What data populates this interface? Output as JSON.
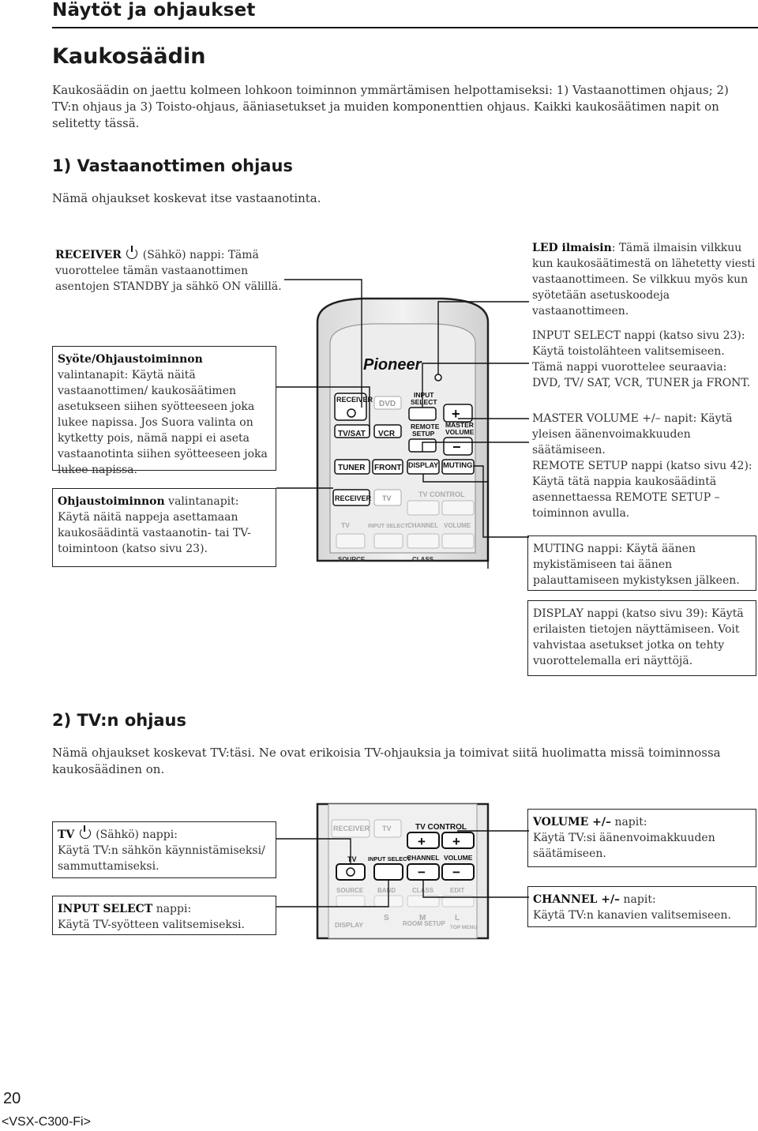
{
  "header": {
    "section_title": "Näytöt ja ohjaukset"
  },
  "page_title": "Kaukosäädin",
  "intro": "Kaukosäädin on jaettu kolmeen lohkoon toiminnon ymmärtämisen helpottamiseksi: 1) Vastaanottimen ohjaus; 2) TV:n ohjaus ja 3) Toisto-ohjaus, ääniasetukset ja muiden komponenttien ohjaus. Kaikki kaukosäätimen napit on selitetty tässä.",
  "section1": {
    "title": "1) Vastaanottimen ohjaus",
    "subtitle": "Nämä ohjaukset koskevat itse vastaanotinta.",
    "notes": {
      "receiver_term": "RECEIVER",
      "receiver_desc": "(Sähkö) nappi: Tämä vuorottelee tämän vastaanottimen asentojen STANDBY ja sähkö ON välillä.",
      "input_sel_term": "Syöte/Ohjaustoiminnon",
      "input_sel_desc": "valintanapit: Käytä näitä vastaanottimen/ kaukosäätimen asetukseen siihen syötteeseen joka lukee napissa. Jos Suora valinta on kytketty pois, nämä nappi ei aseta vastaanotinta siihen syötteeseen joka lukee napissa.",
      "control_term": "Ohjaustoiminnon",
      "control_desc": "valintanapit: Käytä näitä nappeja asettamaan kaukosäädintä vastaanotin- tai TV-toimintoon (katso sivu 23).",
      "led_term": "LED ilmaisin",
      "led_desc": ": Tämä ilmaisin vilkkuu kun kaukosäätimestä on lähetetty viesti vastaanottimeen. Se vilkkuu myös kun syötetään asetuskoodeja vastaanottimeen.",
      "input_select_term": "INPUT SELECT",
      "input_select_desc": "nappi (katso sivu 23): Käytä toistolähteen valitsemiseen. Tämä nappi vuorottelee seuraavia: DVD, TV/ SAT, VCR, TUNER ja FRONT.",
      "master_term": "MASTER VOLUME +/–",
      "master_desc": "napit: Käytä yleisen äänenvoimakkuuden säätämiseen.",
      "remote_term": "REMOTE SETUP",
      "remote_desc": "nappi (katso sivu 42): Käytä tätä nappia kaukosäädintä asennettaessa REMOTE SETUP – toiminnon avulla.",
      "muting_term": "MUTING",
      "muting_desc": "nappi: Käytä äänen mykistämiseen tai äänen palauttamiseen mykistyksen jälkeen.",
      "display_term": "DISPLAY",
      "display_desc": "nappi (katso sivu 39): Käytä erilaisten tietojen näyttämiseen. Voit vahvistaa asetukset jotka on tehty vuorottelemalla eri näyttöjä."
    },
    "remote": {
      "brand": "Pioneer",
      "receiver": "RECEIVER",
      "dvd": "DVD",
      "input_select_1": "INPUT",
      "input_select_2": "SELECT",
      "tvsat": "TV/SAT",
      "vcr": "VCR",
      "remote_setup_1": "REMOTE",
      "remote_setup_2": "SETUP",
      "master_1": "MASTER",
      "master_2": "VOLUME",
      "tuner": "TUNER",
      "front": "FRONT",
      "display": "DISPLAY",
      "muting": "MUTING",
      "receiver2": "RECEIVER",
      "tv": "TV",
      "tv_control": "TV CONTROL",
      "tv_label": "TV",
      "input_select": "INPUT SELECT",
      "channel": "CHANNEL",
      "volume": "VOLUME",
      "source": "SOURCE",
      "class": "CLASS"
    }
  },
  "section2": {
    "title": "2) TV:n ohjaus",
    "subtitle": "Nämä ohjaukset koskevat TV:täsi. Ne ovat erikoisia TV-ohjauksia ja toimivat siitä huolimatta missä toiminnossa kaukosäädinen on.",
    "notes": {
      "tv_term": "TV",
      "tv_desc": "(Sähkö) nappi:",
      "tv_desc2": "Käytä TV:n sähkön käynnistämiseksi/ sammuttamiseksi.",
      "input_term": "INPUT SELECT",
      "input_desc": "nappi:",
      "input_desc2": "Käytä TV-syötteen valitsemiseksi.",
      "volume_term": "VOLUME +/–",
      "volume_desc": "napit:",
      "volume_desc2": "Käytä TV:si äänenvoimakkuuden säätämiseen.",
      "channel_term": "CHANNEL +/–",
      "channel_desc": "napit:",
      "channel_desc2": "Käytä TV:n kanavien valitsemiseen."
    },
    "remote": {
      "receiver": "RECEIVER",
      "tv": "TV",
      "tv_control": "TV CONTROL",
      "tv_label": "TV",
      "input_select": "INPUT SELECT",
      "channel": "CHANNEL",
      "volume": "VOLUME",
      "source": "SOURCE",
      "band": "BAND",
      "class": "CLASS",
      "edit": "EDIT",
      "s": "S",
      "m": "M",
      "l": "L",
      "room_setup": "ROOM SETUP",
      "top_menu": "TOP MENU",
      "display": "DISPLAY"
    }
  },
  "footer": {
    "page_number": "20",
    "model": "<VSX-C300-Fi>"
  }
}
